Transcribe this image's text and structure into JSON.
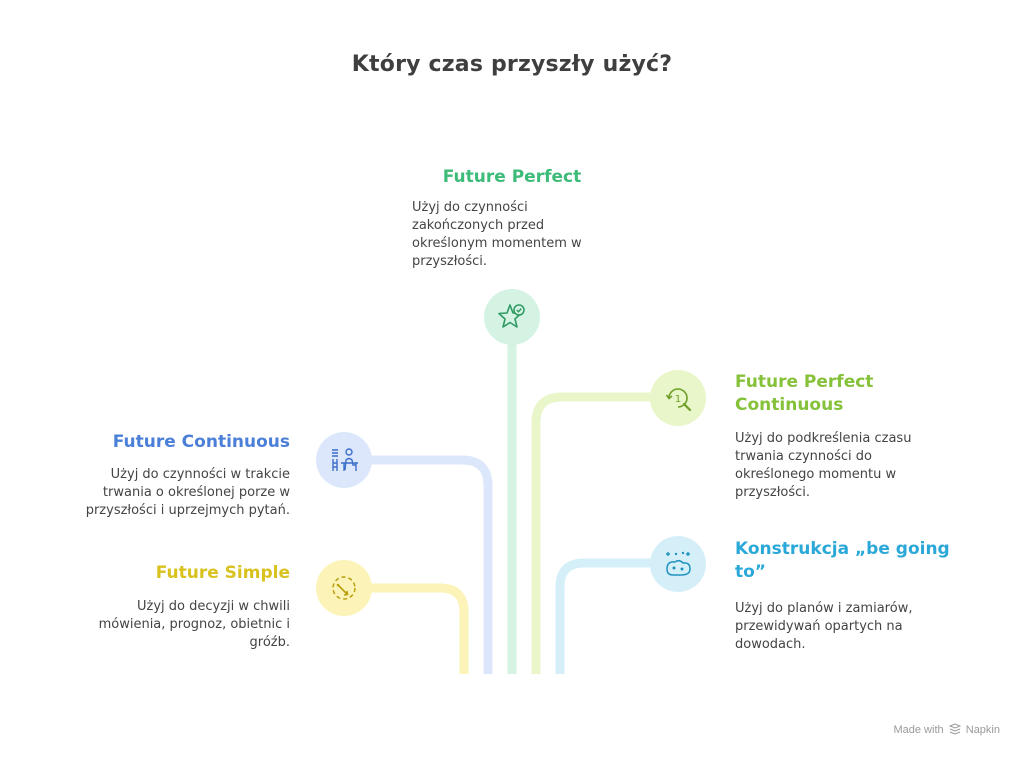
{
  "title": "Który czas przyszły użyć?",
  "items": {
    "future_perfect": {
      "heading": "Future Perfect",
      "description": "Użyj do czynności zakończonych przed określonym momentem w przyszłości.",
      "icon": "star-check-icon",
      "color": "#3dbb78",
      "tint": "#d4f3e2"
    },
    "future_perfect_continuous": {
      "heading": "Future Perfect Continuous",
      "description": "Użyj do podkreślenia czasu trwania czynności do określonego momentu w przyszłości.",
      "icon": "clock-search-icon",
      "color": "#86c13a",
      "tint": "#e9f6c9"
    },
    "future_continuous": {
      "heading": "Future Continuous",
      "description": "Użyj do czynności w trakcie trwania o określonej porze w przyszłości i uprzejmych pytań.",
      "icon": "person-desk-icon",
      "color": "#4b7fd8",
      "tint": "#dce7fb"
    },
    "be_going_to": {
      "heading": "Konstrukcja „be going to”",
      "description": "Użyj do planów i zamiarów, przewidywań opartych na dowodach.",
      "icon": "crystal-ball-icon",
      "color": "#2aa8d8",
      "tint": "#d5eff9"
    },
    "future_simple": {
      "heading": "Future Simple",
      "description": "Użyj do decyzji w chwili mówienia, prognoz, obietnic i gróźb.",
      "icon": "clock-arrow-icon",
      "color": "#d9c21d",
      "tint": "#fbf3b7"
    }
  },
  "footer": {
    "prefix": "Made with",
    "brand": "Napkin"
  }
}
